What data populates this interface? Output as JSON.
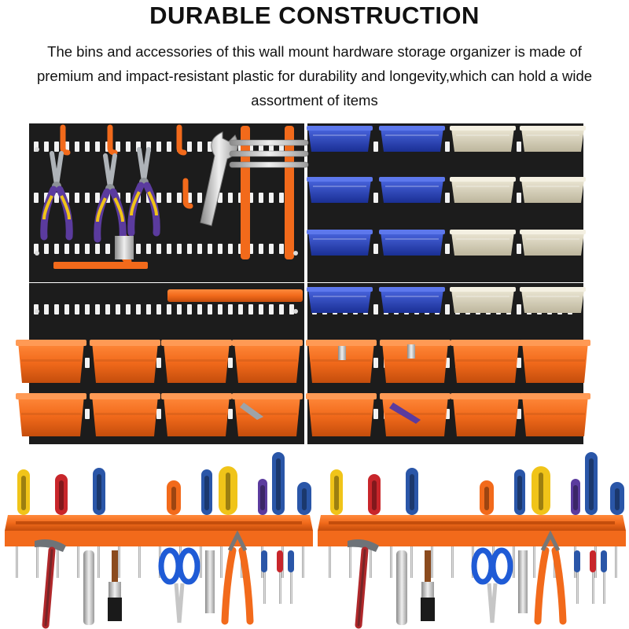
{
  "header": {
    "title": "DURABLE CONSTRUCTION",
    "description": "The bins and accessories of this wall mount hardware storage organizer is made of premium and impact-resistant plastic for durability and longevity,which can hold a wide assortment of items"
  },
  "product": {
    "pegboard_panels": 4,
    "small_bin_rows": 4,
    "large_bin_rows": 2,
    "tool_racks": 2
  },
  "colors": {
    "panel": "#1c1c1c",
    "slot": "#f2f2f2",
    "orange": "#f26a1b",
    "orange_dark": "#c44d0c",
    "blue": "#2743b8",
    "beige": "#d8d2bd",
    "purple": "#5b3b9e",
    "yellow": "#f0c419",
    "red": "#c8262b"
  }
}
